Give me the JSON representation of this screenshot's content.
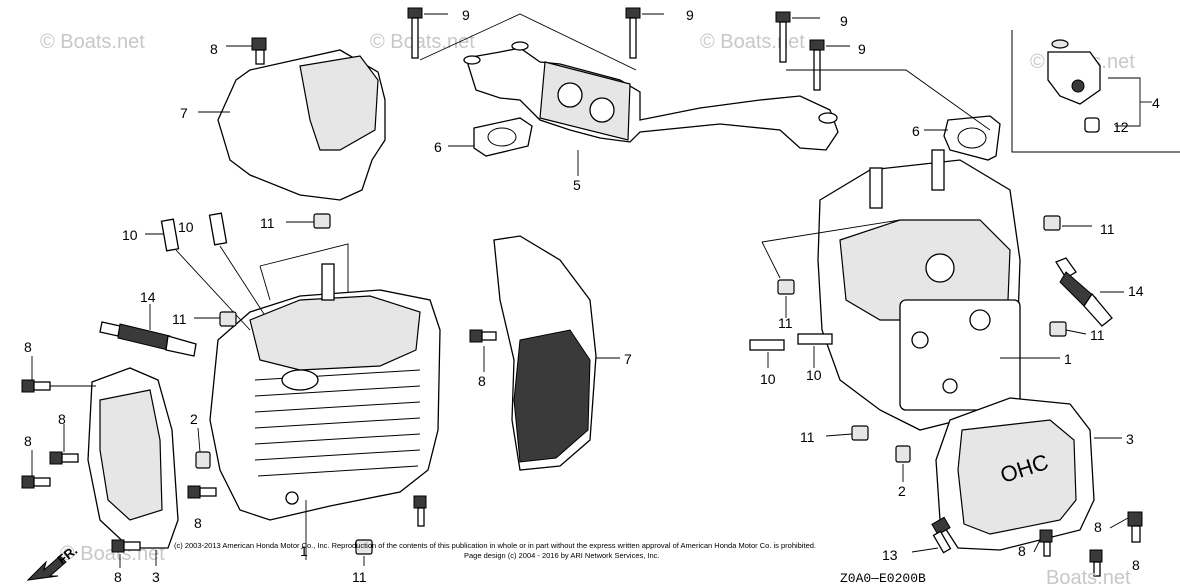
{
  "watermark": {
    "text": "© Boats.net",
    "text_alt": "Boats.net"
  },
  "footer": {
    "copyright_line1": "(c) 2003-2013 American Honda Motor Co., Inc. Reproduction of the contents of this publication in whole or in part without the express written approval of American Honda Motor Co. is prohibited.",
    "copyright_line2": "Page design (c) 2004 - 2016 by ARI Network Services, Inc.",
    "diagram_code": "Z0A0—E0200B"
  },
  "direction_label": "FR.",
  "cover_marking": "OHC",
  "callouts": {
    "c1": "1",
    "c2": "2",
    "c3": "3",
    "c4": "4",
    "c5": "5",
    "c6": "6",
    "c7": "7",
    "c8": "8",
    "c9": "9",
    "c10": "10",
    "c11": "11",
    "c12": "12",
    "c13": "13",
    "c14": "14"
  },
  "colors": {
    "line": "#000000",
    "part_shade": "#e6e6e6",
    "watermark": "#c8c8c8"
  }
}
